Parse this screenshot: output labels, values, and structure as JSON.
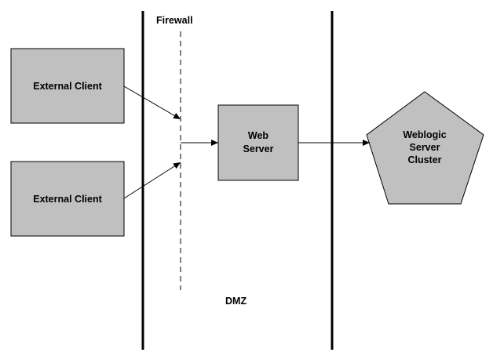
{
  "labels": {
    "firewall": "Firewall",
    "dmz": "DMZ",
    "external_client_1": "External Client",
    "external_client_2": "External Client",
    "web_server_line1": "Web",
    "web_server_line2": "Server",
    "cluster_line1": "Weblogic",
    "cluster_line2": "Server",
    "cluster_line3": "Cluster"
  },
  "colors": {
    "box_fill": "#c0c0c0",
    "stroke": "#000000",
    "background": "#ffffff"
  }
}
